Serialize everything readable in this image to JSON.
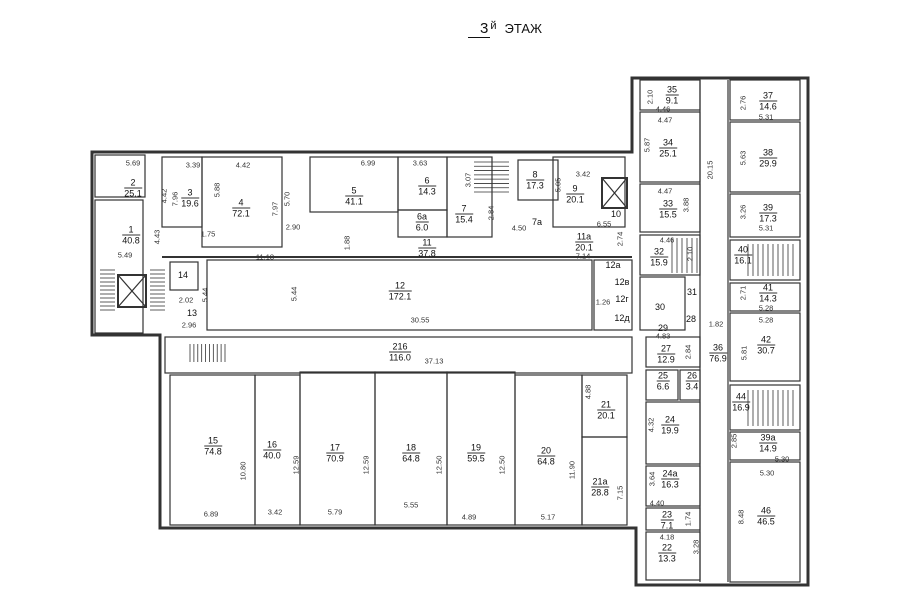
{
  "title": {
    "floor_number": "3",
    "suffix": "й",
    "label": "ЭТАЖ"
  },
  "rooms": [
    {
      "num": "1",
      "area": "40.8"
    },
    {
      "num": "2",
      "area": "25.1"
    },
    {
      "num": "3",
      "area": "19.6"
    },
    {
      "num": "4",
      "area": "72.1"
    },
    {
      "num": "5",
      "area": "41.1"
    },
    {
      "num": "6",
      "area": "14.3"
    },
    {
      "num": "6а",
      "area": "6.0"
    },
    {
      "num": "7",
      "area": "15.4"
    },
    {
      "num": "7а",
      "area": ""
    },
    {
      "num": "8",
      "area": "17.3"
    },
    {
      "num": "9",
      "area": "20.1"
    },
    {
      "num": "10",
      "area": ""
    },
    {
      "num": "11",
      "area": "37.8"
    },
    {
      "num": "11а",
      "area": "20.1"
    },
    {
      "num": "12",
      "area": "172.1"
    },
    {
      "num": "12а",
      "area": ""
    },
    {
      "num": "12в",
      "area": ""
    },
    {
      "num": "12г",
      "area": ""
    },
    {
      "num": "12д",
      "area": ""
    },
    {
      "num": "13",
      "area": ""
    },
    {
      "num": "14",
      "area": ""
    },
    {
      "num": "15",
      "area": "74.8"
    },
    {
      "num": "16",
      "area": "40.0"
    },
    {
      "num": "17",
      "area": "70.9"
    },
    {
      "num": "18",
      "area": "64.8"
    },
    {
      "num": "19",
      "area": "59.5"
    },
    {
      "num": "20",
      "area": "64.8"
    },
    {
      "num": "21",
      "area": "20.1"
    },
    {
      "num": "21а",
      "area": "28.8"
    },
    {
      "num": "216",
      "area": "116.0"
    },
    {
      "num": "22",
      "area": "13.3"
    },
    {
      "num": "23",
      "area": "7.1"
    },
    {
      "num": "24",
      "area": "19.9"
    },
    {
      "num": "24а",
      "area": "16.3"
    },
    {
      "num": "25",
      "area": "6.6"
    },
    {
      "num": "26",
      "area": "3.4"
    },
    {
      "num": "27",
      "area": "12.9"
    },
    {
      "num": "28",
      "area": ""
    },
    {
      "num": "29",
      "area": ""
    },
    {
      "num": "30",
      "area": ""
    },
    {
      "num": "31",
      "area": ""
    },
    {
      "num": "32",
      "area": "15.9"
    },
    {
      "num": "33",
      "area": "15.5"
    },
    {
      "num": "34",
      "area": "25.1"
    },
    {
      "num": "35",
      "area": "9.1"
    },
    {
      "num": "36",
      "area": "76.9"
    },
    {
      "num": "37",
      "area": "14.6"
    },
    {
      "num": "38",
      "area": "29.9"
    },
    {
      "num": "39",
      "area": "17.3"
    },
    {
      "num": "40",
      "area": "16.1"
    },
    {
      "num": "41",
      "area": "14.3"
    },
    {
      "num": "42",
      "area": "30.7"
    },
    {
      "num": "44",
      "area": "16.9"
    },
    {
      "num": "39а",
      "area": "14.9"
    },
    {
      "num": "46",
      "area": "46.5"
    }
  ],
  "dimensions": [
    "5.69",
    "3.39",
    "4.42",
    "6.99",
    "3.63",
    "3.42",
    "4.42",
    "7.96",
    "5.88",
    "7.97",
    "5.70",
    "1.75",
    "2.90",
    "1.88",
    "4.43",
    "5.49",
    "11.18",
    "3.07",
    "2.84",
    "4.50",
    "5.05",
    "6.55",
    "2.74",
    "7.14",
    "2.02",
    "2.96",
    "5.44",
    "5.44",
    "30.55",
    "37.13",
    "10.80",
    "12.59",
    "12.59",
    "12.50",
    "12.50",
    "11.90",
    "4.88",
    "7.15",
    "6.89",
    "3.42",
    "5.79",
    "5.55",
    "4.89",
    "5.17",
    "2.10",
    "4.46",
    "4.47",
    "5.87",
    "20.15",
    "4.47",
    "3.88",
    "4.46",
    "2.10",
    "2.76",
    "5.31",
    "5.63",
    "3.26",
    "5.31",
    "2.71",
    "5.28",
    "5.28",
    "5.81",
    "1.82",
    "4.83",
    "2.84",
    "4.32",
    "3.64",
    "4.40",
    "1.74",
    "4.18",
    "3.28",
    "2.85",
    "5.30",
    "5.30",
    "8.48",
    "1.26"
  ]
}
